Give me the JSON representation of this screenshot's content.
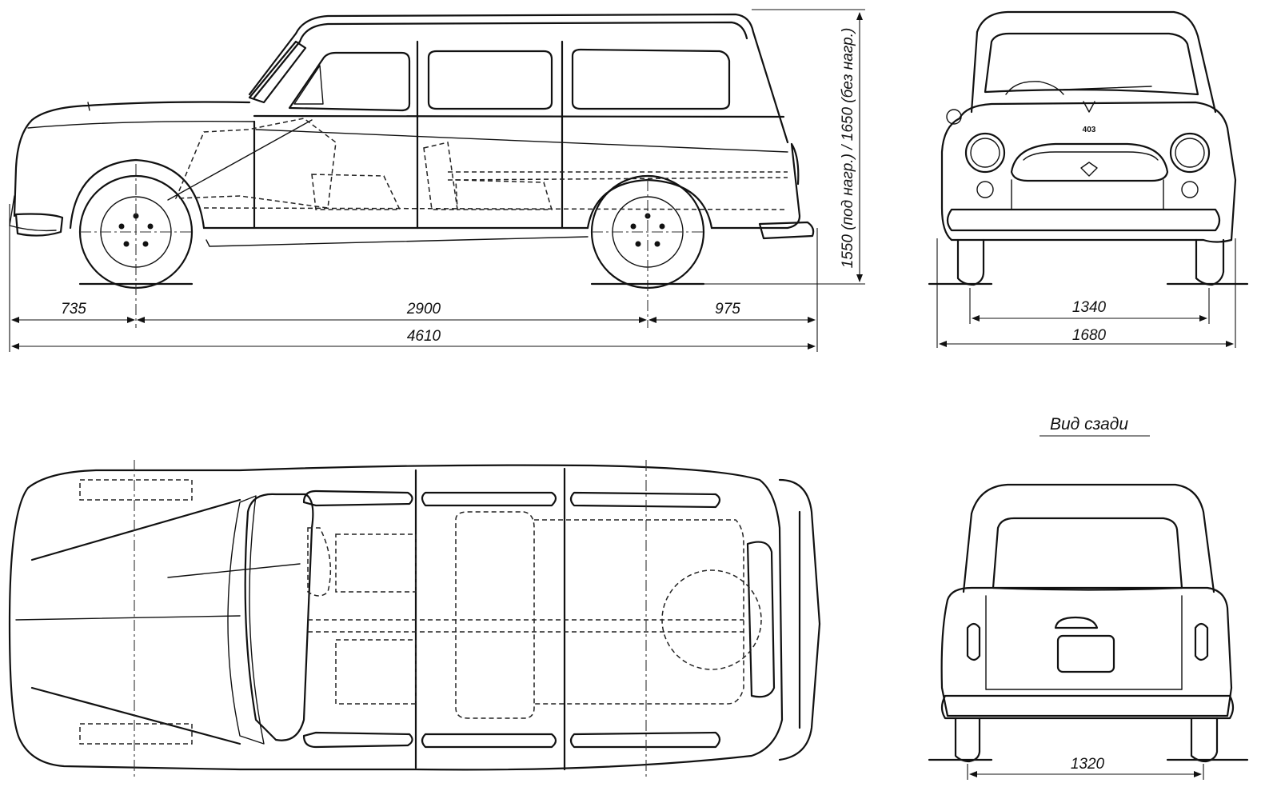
{
  "views": {
    "side": {
      "dimensions": {
        "front_overhang": "735",
        "wheelbase": "2900",
        "rear_overhang": "975",
        "overall_length": "4610",
        "height": "1550 (под нагр.) / 1650 (без нагр.)"
      }
    },
    "front": {
      "badge": "403",
      "dimensions": {
        "front_track": "1340",
        "overall_width": "1680"
      }
    },
    "rear": {
      "caption": "Вид сзади",
      "dimensions": {
        "rear_track": "1320"
      }
    }
  }
}
